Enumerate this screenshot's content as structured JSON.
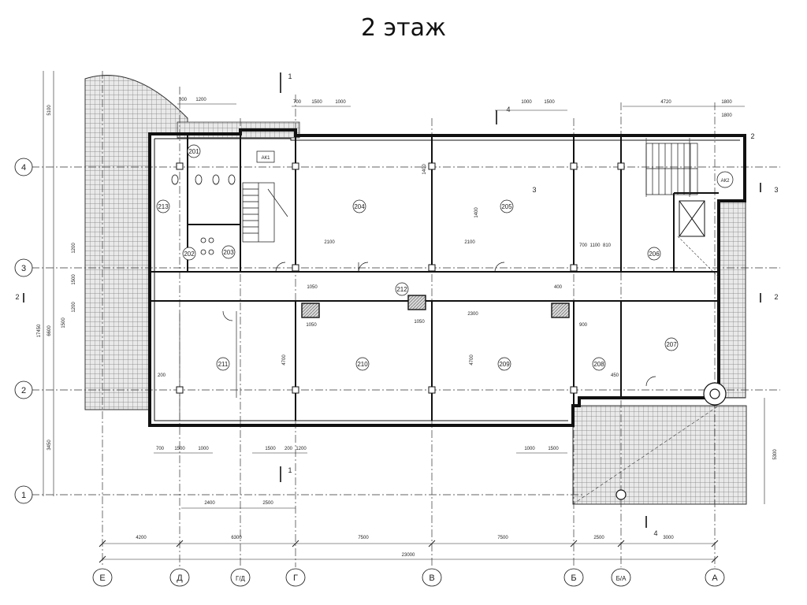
{
  "title": "2 этаж",
  "axes": {
    "vertical": [
      "Е",
      "Д",
      "Г/Д",
      "Г",
      "В",
      "Б",
      "Б/А",
      "А"
    ],
    "horizontal": [
      "4",
      "3",
      "2",
      "1"
    ]
  },
  "rooms": [
    "201",
    "202",
    "203",
    "204",
    "205",
    "206",
    "207",
    "208",
    "209",
    "210",
    "211",
    "212",
    "213"
  ],
  "labels": {
    "stair_cell_left": "АК1",
    "stair_cell_right": "АК2",
    "section_1": "1",
    "section_2": "2",
    "section_3": "3",
    "section_4": "4"
  },
  "dims_bottom": [
    "4200",
    "6300",
    "7500",
    "7500",
    "2500",
    "3000"
  ],
  "dim_total": "23000",
  "dims_left": [
    "5100",
    "17450",
    "6600",
    "3450"
  ],
  "dims_top_left": [
    "800",
    "1200"
  ],
  "dims_top_mid": [
    "700",
    "1500",
    "1000"
  ],
  "dims_top_mid2": [
    "1000",
    "1500"
  ],
  "dims_top_right": [
    "4720",
    "1800",
    "1800"
  ],
  "dims_bottom_windows_left": [
    "700",
    "1500",
    "1000"
  ],
  "dims_bottom_windows_mid": [
    "1500",
    "200",
    "1200"
  ],
  "dims_bottom_windows_right": [
    "1000",
    "1500"
  ],
  "dims_bottom_2": [
    "2400",
    "2500"
  ],
  "interior_dims": [
    "2100",
    "2100",
    "2300",
    "1050",
    "1050",
    "1050",
    "4700",
    "4700",
    "5300",
    "1400",
    "1400",
    "1200",
    "1200",
    "1500",
    "1500",
    "700",
    "810",
    "1100",
    "900",
    "200",
    "450",
    "400"
  ]
}
